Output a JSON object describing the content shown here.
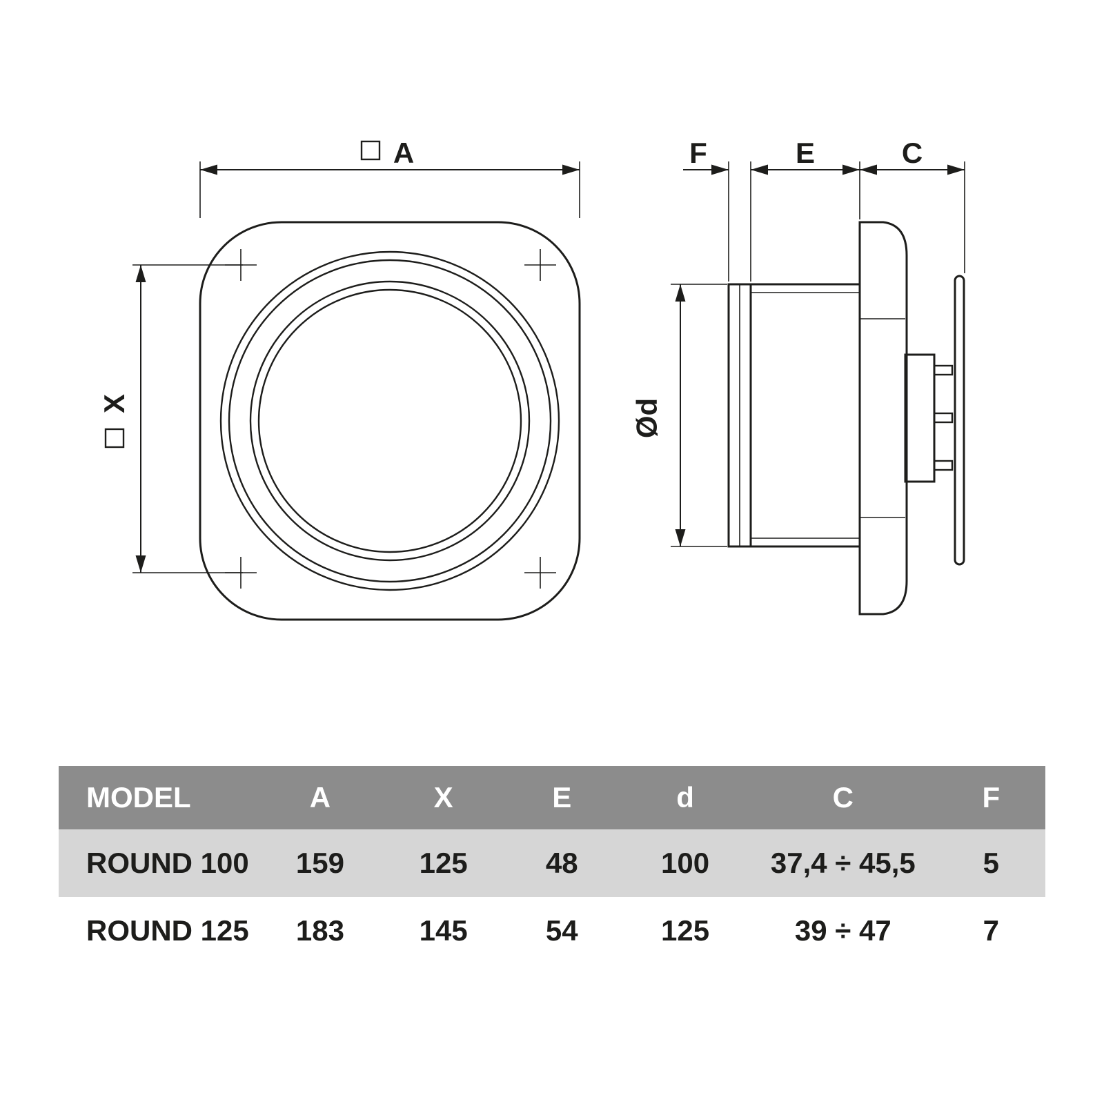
{
  "diagram": {
    "front_view": {
      "width_label": "A",
      "height_label": "X"
    },
    "side_view": {
      "flange_label": "F",
      "duct_depth_label": "E",
      "protrusion_label": "C",
      "diameter_label": "Ød"
    }
  },
  "table": {
    "headers": [
      "MODEL",
      "A",
      "X",
      "E",
      "d",
      "C",
      "F"
    ],
    "rows": [
      [
        "ROUND 100",
        "159",
        "125",
        "48",
        "100",
        "37,4 ÷ 45,5",
        "5"
      ],
      [
        "ROUND 125",
        "183",
        "145",
        "54",
        "125",
        "39 ÷ 47",
        "7"
      ]
    ]
  },
  "colors": {
    "line": "#1d1d1b",
    "table_header_bg": "#8c8c8c",
    "table_header_text": "#ffffff",
    "table_row_alt_bg": "#d6d6d6",
    "table_text": "#1d1d1b"
  }
}
